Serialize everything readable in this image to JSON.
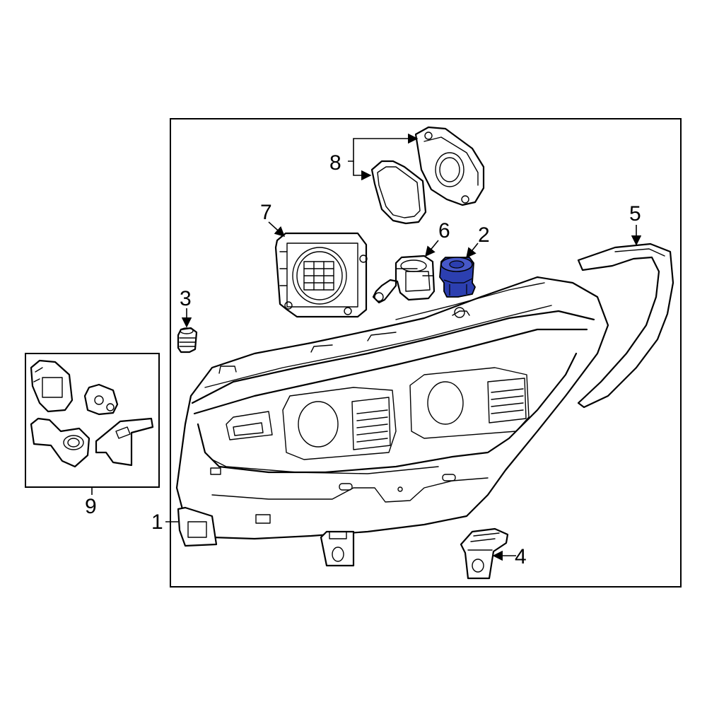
{
  "callouts": {
    "c1": "1",
    "c2": "2",
    "c3": "3",
    "c4": "4",
    "c5": "5",
    "c6": "6",
    "c7": "7",
    "c8": "8",
    "c9": "9"
  },
  "colors": {
    "highlight": "#2c3fb0",
    "line": "#000000",
    "background": "#ffffff"
  },
  "highlighted_part": "2"
}
